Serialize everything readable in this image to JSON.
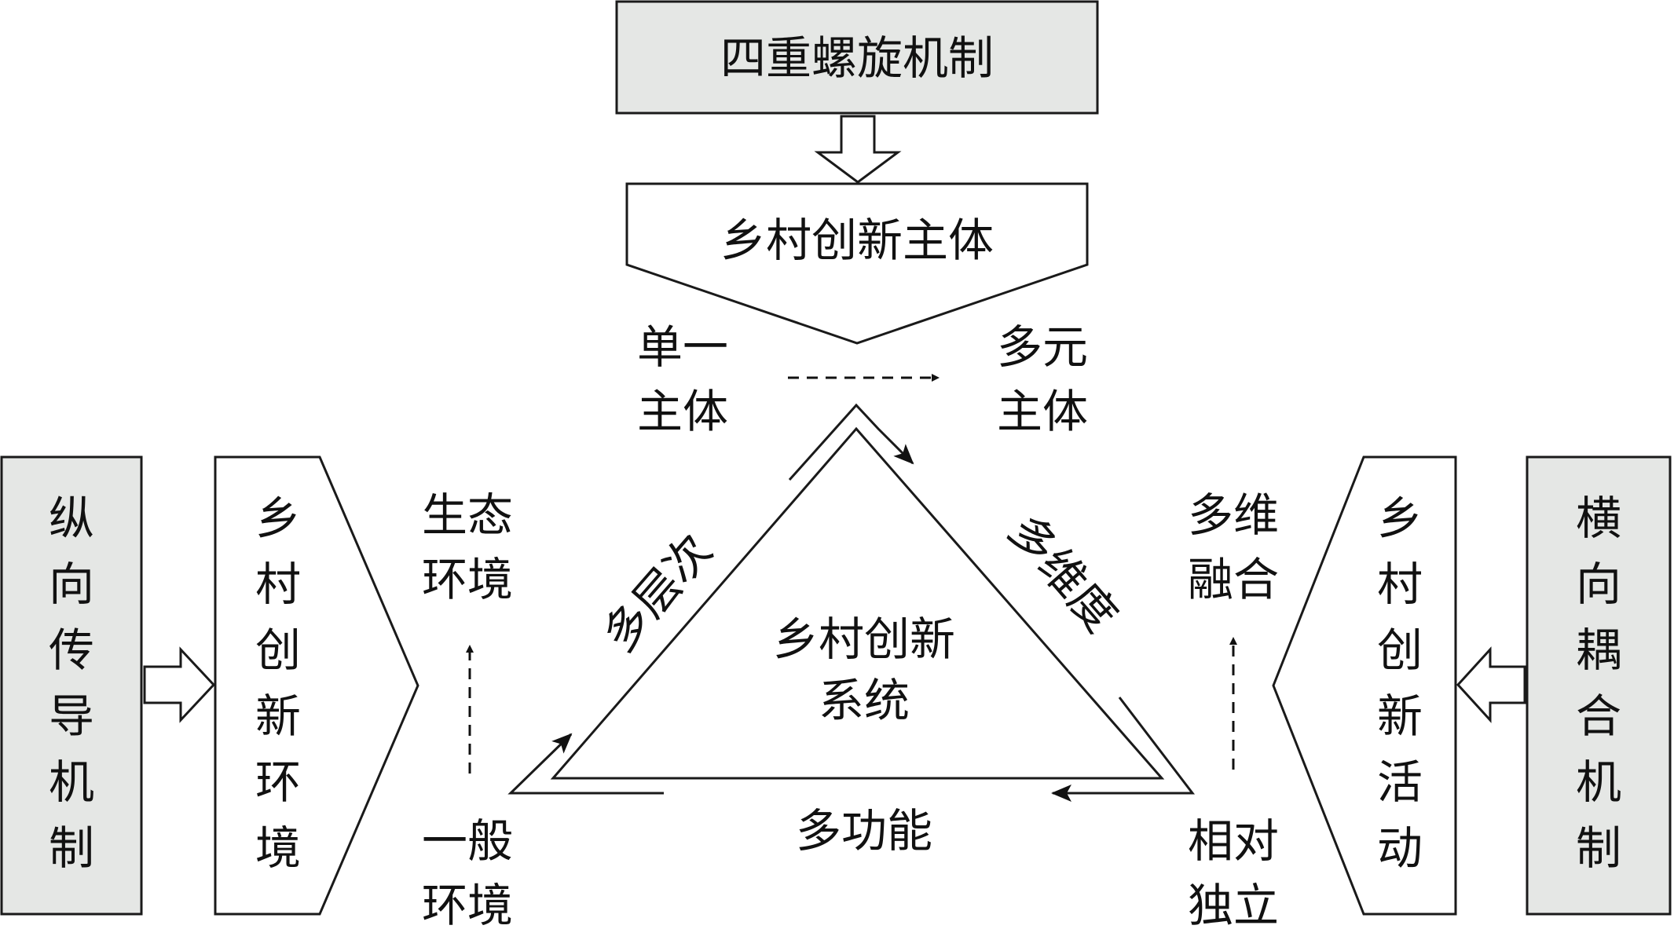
{
  "top_box": "四重螺旋机制",
  "subject_box": "乡村创新主体",
  "center_label_line1": "乡村创新",
  "center_label_line2": "系统",
  "side_multilevel": "多层次",
  "side_multidim": "多维度",
  "side_multifunc": "多功能",
  "single_subject": [
    "单一",
    "主体"
  ],
  "multi_subject": [
    "多元",
    "主体"
  ],
  "eco_env": [
    "生态",
    "环境"
  ],
  "general_env": [
    "一般",
    "环境"
  ],
  "multi_fusion": [
    "多维",
    "融合"
  ],
  "rel_indep": [
    "相对",
    "独立"
  ],
  "left_mech": [
    "纵",
    "向",
    "传",
    "导",
    "机",
    "制"
  ],
  "left_env": [
    "乡",
    "村",
    "创",
    "新",
    "环",
    "境"
  ],
  "right_act": [
    "乡",
    "村",
    "创",
    "新",
    "活",
    "动"
  ],
  "right_mech": [
    "横",
    "向",
    "耦",
    "合",
    "机",
    "制"
  ],
  "colors": {
    "box_fill": "#e5e7e5",
    "stroke": "#1a1a1a",
    "background": "#ffffff"
  }
}
